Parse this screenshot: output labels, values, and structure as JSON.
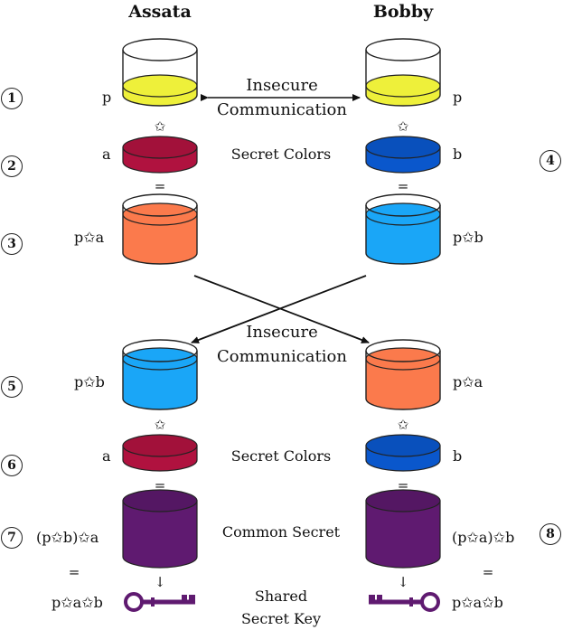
{
  "headers": {
    "left": "Assata",
    "right": "Bobby"
  },
  "steps": [
    "1",
    "2",
    "3",
    "4",
    "5",
    "6",
    "7",
    "8"
  ],
  "labels": {
    "p_left": "p",
    "p_right": "p",
    "a_left": "a",
    "b_right": "b",
    "pa_left": "p✩a",
    "pb_right": "p✩b",
    "pb_left": "p✩b",
    "pa_right": "p✩a",
    "a_left2": "a",
    "b_right2": "b",
    "pba_left": "(p✩b)✩a",
    "pab_right": "(p✩a)✩b",
    "key_left": "p✩a✩b",
    "key_right": "p✩a✩b"
  },
  "middle": {
    "insecure1_line1": "Insecure",
    "insecure1_line2": "Communication",
    "secret_colors1": "Secret Colors",
    "insecure2_line1": "Insecure",
    "insecure2_line2": "Communication",
    "secret_colors2": "Secret Colors",
    "common_secret": "Common Secret",
    "shared_line1": "Shared",
    "shared_line2": "Secret Key"
  },
  "operators": {
    "star": "✩",
    "equals": "=",
    "down_arrow": "↓"
  },
  "colors": {
    "yellow": "#eef03a",
    "crimson": "#b0123f",
    "blue": "#0a57cc",
    "orange": "#fb7a4c",
    "sky": "#1aa6f7",
    "purple": "#5f1a70",
    "key": "#5f1a70"
  }
}
